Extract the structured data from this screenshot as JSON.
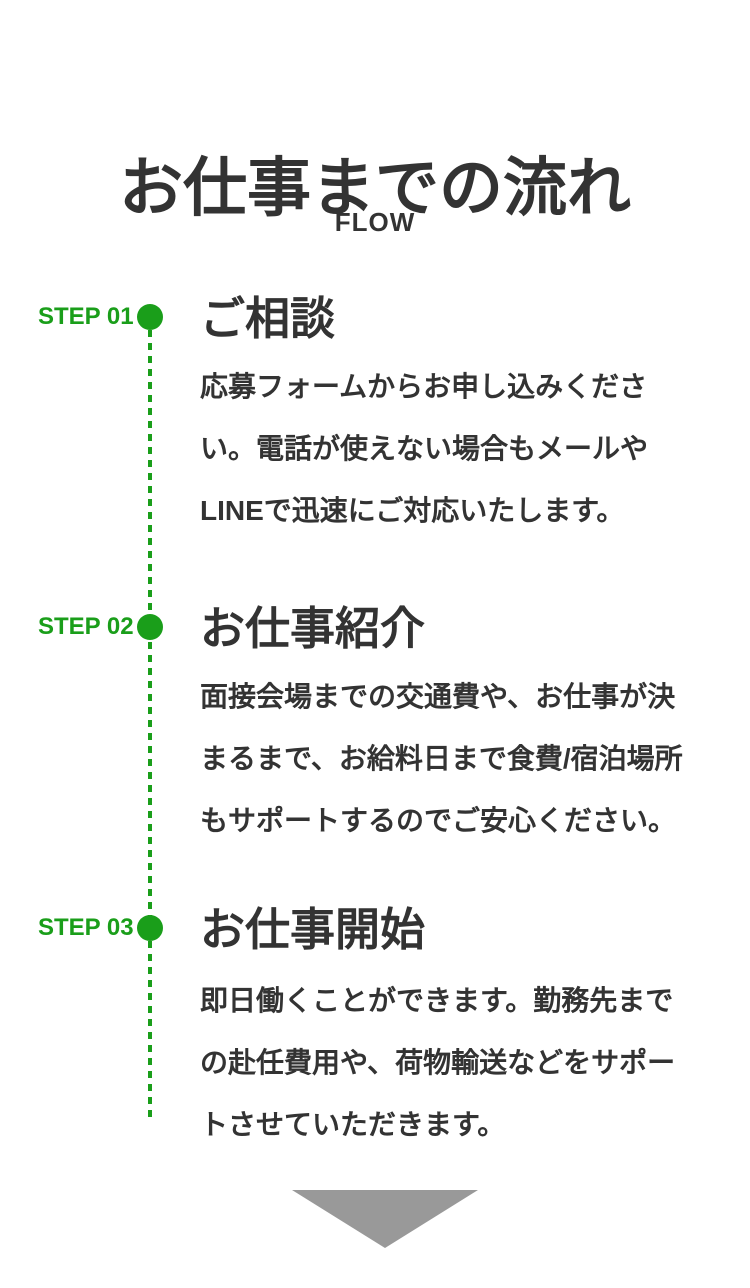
{
  "header": {
    "title": "お仕事までの流れ",
    "subtitle": "FLOW"
  },
  "steps": [
    {
      "label": "STEP 01",
      "title": "ご相談",
      "body": "応募フォームからお申し込みくださ\nい。電話が使えない場合もメールや\nLINEで迅速にご対応いたします。"
    },
    {
      "label": "STEP 02",
      "title": "お仕事紹介",
      "body": "面接会場までの交通費や、お仕事が決\nまるまで、お給料日まで食費/宿泊場所\nもサポートするのでご安心ください。"
    },
    {
      "label": "STEP 03",
      "title": "お仕事開始",
      "body": "即日働くことができます。勤務先まで\nの赴任費用や、荷物輸送などをサポー\nトさせていただきます。"
    }
  ],
  "icons": {
    "down_arrow": "down-arrow-icon",
    "step_dot": "step-dot-marker"
  },
  "colors": {
    "accent_green": "#1a9e1a",
    "text_dark": "#333333",
    "arrow_gray": "#999999",
    "background": "#ffffff"
  }
}
